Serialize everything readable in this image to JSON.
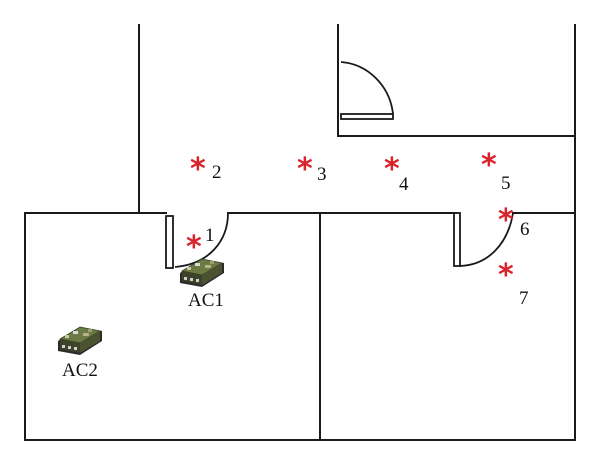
{
  "colors": {
    "marker": "#d8232a",
    "wall": "#1a1a1a",
    "device_body": "#5f6a3b",
    "device_base": "#2b2b2b"
  },
  "markers": [
    {
      "label": "1"
    },
    {
      "label": "2"
    },
    {
      "label": "3"
    },
    {
      "label": "4"
    },
    {
      "label": "5"
    },
    {
      "label": "6"
    },
    {
      "label": "7"
    }
  ],
  "devices": [
    {
      "label": "AC1",
      "icon": "access-point-device-icon"
    },
    {
      "label": "AC2",
      "icon": "access-point-device-icon"
    }
  ],
  "marker_symbol": "*"
}
